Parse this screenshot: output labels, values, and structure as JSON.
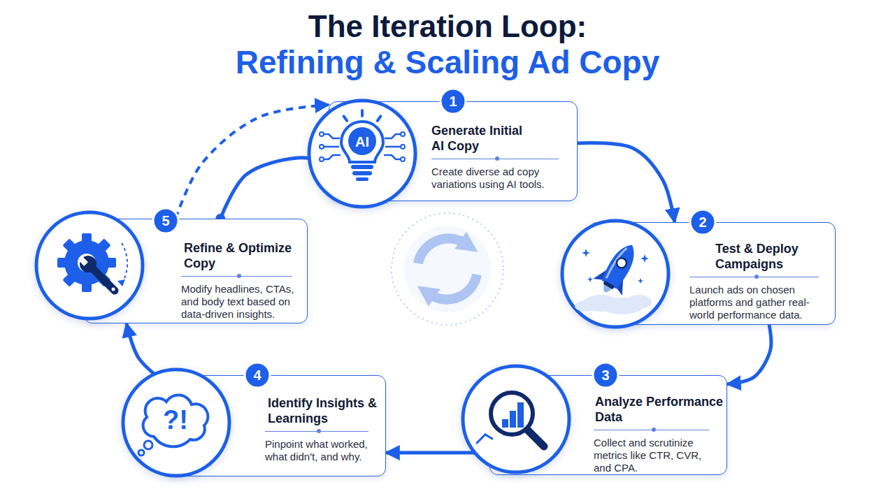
{
  "diagram": {
    "title": "The Iteration Loop:",
    "nodes": [
      {
        "text": [
          "Generate Initial AI Copy",
          "Create diverse ad copy variations using AI tools."
        ]
      },
      {
        "text": [
          "Test & Deploy Campaigns",
          "Launch ads on chosen platforms and gather real-world performance data."
        ]
      },
      {
        "text": [
          "Analyze Performance Data",
          "Collect and scrutinize metrics like CTR, CVR, and CPA."
        ]
      },
      {
        "text": [
          "Identify Insights & Learnings",
          "Pinpoint what worked, what didn't, and why."
        ]
      },
      {
        "text": [
          "Refine & Optimize Copy",
          "Modify headlines, CTAs, and body text based on data-driven insights."
        ]
      }
    ],
    "edges": [
      {
        "from": 0,
        "to": 1,
        "arrow": "to"
      },
      {
        "from": 1,
        "to": 2,
        "arrow": "to"
      },
      {
        "from": 2,
        "to": 3,
        "arrow": "to"
      },
      {
        "from": 3,
        "to": 4,
        "arrow": "to"
      },
      {
        "from": 4,
        "to": 0,
        "arrow": "none"
      },
      {
        "from": 4,
        "to": 0,
        "arrow": "to"
      }
    ],
    "labels": [
      "Refining & Scaling Ad Copy",
      "1",
      "AI",
      "2",
      "3",
      "4",
      "?!",
      "5"
    ]
  }
}
